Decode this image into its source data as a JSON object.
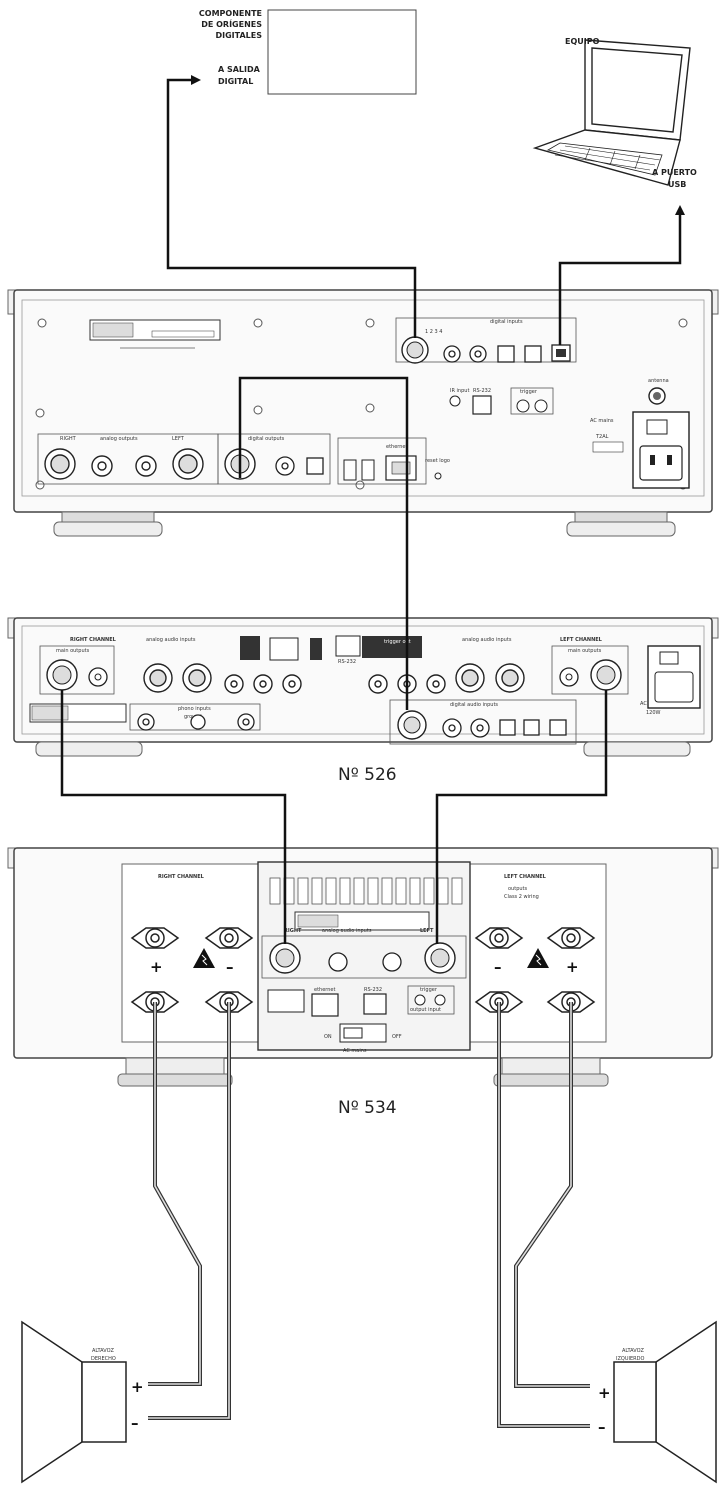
{
  "labels": {
    "digital_source": [
      "COMPONENTE",
      "DE ORÍGENES",
      "DIGITALES"
    ],
    "to_digital_out": [
      "A SALIDA",
      "DIGITAL"
    ],
    "computer": "EQUIPO",
    "to_usb": [
      "A PUERTO",
      "USB"
    ],
    "speaker_right": [
      "ALTAVOZ",
      "DERECHO"
    ],
    "speaker_left": [
      "ALTAVOZ",
      "IZQUIERDO"
    ],
    "plus": "+",
    "minus": "–"
  },
  "models": {
    "preamp": "Nº 526",
    "amp": "Nº 534"
  },
  "panel_text": {
    "dac": {
      "digital_inputs": "digital inputs",
      "aes": "1 2 3 4",
      "right": "RIGHT",
      "analog_outputs": "analog outputs",
      "left": "LEFT",
      "digital_outputs": "digital outputs",
      "ethernet": "ethernet",
      "reset": "reset logo",
      "ir_input": "IR input",
      "rs232": "RS-232",
      "trigger": "trigger",
      "antenna": "antenna",
      "ac_mains": "AC mains",
      "fuse": "T2AL"
    },
    "pre": {
      "right_channel": "RIGHT CHANNEL",
      "left_channel": "LEFT CHANNEL",
      "main_outputs": "main outputs",
      "analog_audio_inputs": "analog audio inputs",
      "phono_inputs": "phono inputs",
      "ground": "ground",
      "digital_audio_inputs": "digital audio inputs",
      "rs232": "RS-232",
      "trigger_out": "trigger out",
      "ac_mains": "AC mains",
      "power": "120W"
    },
    "amp": {
      "right_channel": "RIGHT CHANNEL",
      "left_channel": "LEFT CHANNEL",
      "outputs": "outputs",
      "outputs_sub": "Class 2 wiring",
      "analog_audio_inputs": "analog audio inputs",
      "right": "RIGHT",
      "left": "LEFT",
      "ethernet": "ethernet",
      "rs232": "RS-232",
      "trigger": "trigger",
      "trigger_sub": "output input",
      "on": "ON",
      "off": "OFF",
      "ac_mains": "AC mains"
    }
  }
}
